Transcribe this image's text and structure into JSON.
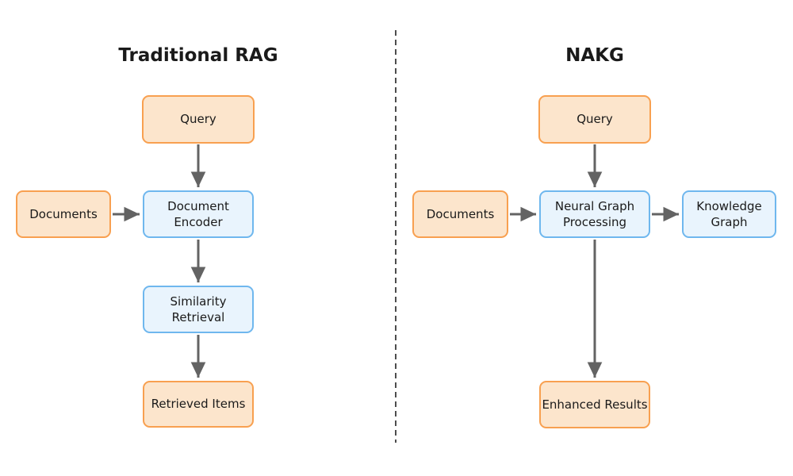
{
  "titles": {
    "left": "Traditional RAG",
    "right": "NAKG"
  },
  "nodes": {
    "rag_query": "Query",
    "rag_documents": "Documents",
    "rag_document_encoder": "Document\nEncoder",
    "rag_similarity_retrieval": "Similarity\nRetrieval",
    "rag_retrieved_items": "Retrieved Items",
    "nakg_query": "Query",
    "nakg_documents": "Documents",
    "nakg_neural_graph_processing": "Neural Graph\nProcessing",
    "nakg_knowledge_graph": "Knowledge\nGraph",
    "nakg_enhanced_results": "Enhanced Results"
  },
  "colors": {
    "background": "#ffffff",
    "text": "#1a1a1a",
    "input_fill": "#fce5cc",
    "input_border": "#f8a050",
    "process_fill": "#e9f4fd",
    "process_border": "#6fb7ee",
    "arrow": "#636363",
    "divider": "#4d4d4d"
  }
}
